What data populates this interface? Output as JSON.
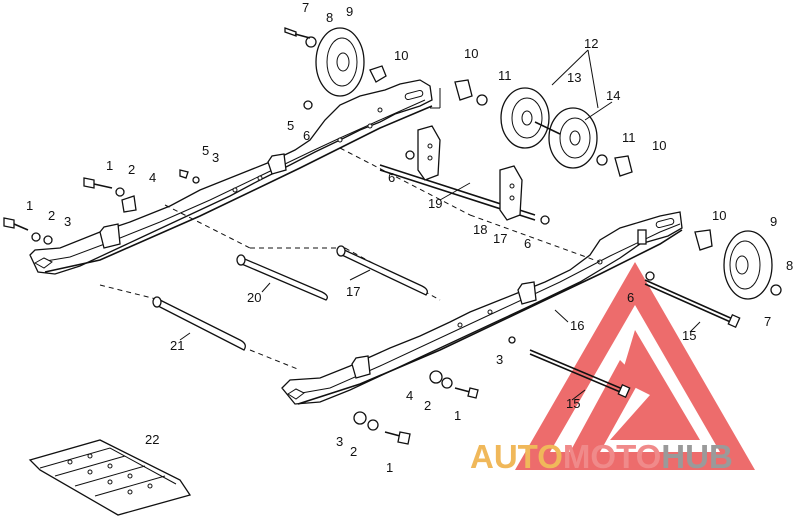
{
  "watermark": {
    "part1": "AUTO",
    "part2": "MOTO",
    "part3": "HUB",
    "colors": {
      "auto": "#f0b85a",
      "moto": "#f08a8a",
      "hub": "#9a9a9a",
      "triangle": "#e83c3c"
    }
  },
  "callouts": {
    "c7a": "7",
    "c8a": "8",
    "c9a": "9",
    "c10a": "10",
    "c12": "12",
    "c10b": "10",
    "c11a": "11",
    "c13": "13",
    "c14": "14",
    "c5a": "5",
    "c6a": "6",
    "c11b": "11",
    "c10c": "10",
    "c5b": "5",
    "c3a": "3",
    "c1a": "1",
    "c2a": "2",
    "c4a": "4",
    "c6b": "6",
    "c19": "19",
    "c1b": "1",
    "c2b": "2",
    "c3b": "3",
    "c18": "18",
    "c17a": "17",
    "c6c": "6",
    "c10d": "10",
    "c9b": "9",
    "c8b": "8",
    "c7b": "7",
    "c6d": "6",
    "c20": "20",
    "c17b": "17",
    "c15a": "15",
    "c16": "16",
    "c21": "21",
    "c3c": "3",
    "c4b": "4",
    "c2c": "2",
    "c1c": "1",
    "c15b": "15",
    "c22": "22",
    "c3d": "3",
    "c2d": "2",
    "c1d": "1"
  }
}
